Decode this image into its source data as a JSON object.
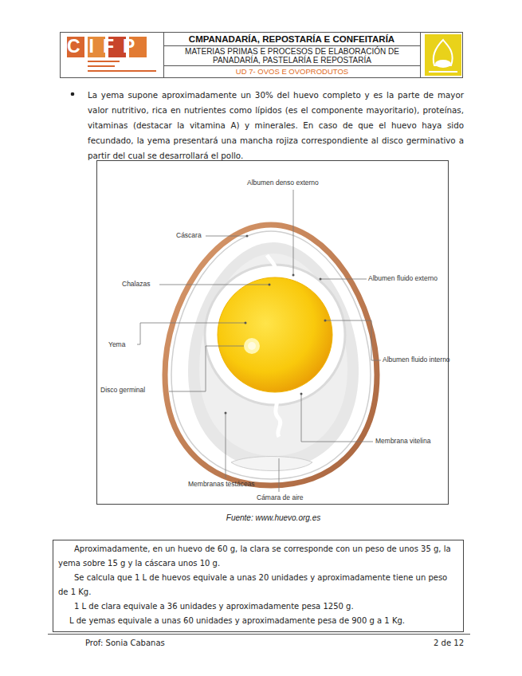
{
  "diagram": {
    "title": "CMPANADARÍA, REPOSTARÍA E CONFEITARÍA",
    "caption": "Fuente: www.huevo.org.es",
    "nodes": [
      {
        "text": [
          "MATERIAS PRIMAS E PROCESOS DE ELABORACIÓN DE PANADARÍA, PASTELARÍA E REPOSTARÍA"
        ]
      },
      {
        "text": [
          "UD 7- OVOS E OVOPRODUTOS"
        ]
      },
      {
        "text": [
          "Aproximadamente, en un huevo de 60 g, la clara se corresponde con un peso de unos 35 g, la yema sobre 15 g y la cáscara unos 10 g.",
          "Se calcula que 1 L de huevos equivale a unas 20 unidades y aproximadamente tiene un peso de 1 Kg.",
          "1 L de clara equivale a 36 unidades y aproximadamente pesa 1250 g.",
          "L de yemas equivale a unas 60 unidades y aproximadamente pesa de 900 g a 1 Kg."
        ]
      }
    ],
    "labels": [
      "CIFP",
      "La yema supone aproximadamente un 30% del huevo completo y es la parte de mayor valor nutritivo, rica en nutrientes como lípidos (es el componente mayoritario), proteínas, vitaminas (destacar la vitamina A) y minerales. En caso de que el huevo haya sido fecundado, la yema presentará una mancha rojiza correspondiente al disco germinativo a partir del cual se desarrollará el pollo.",
      "Albumen denso externo",
      "Cáscara",
      "Chalazas",
      "Albumen fluido externo",
      "Yema",
      "Disco germinal",
      "Albumen fluido interno",
      "Membrana vitelina",
      "Membranas testáceas",
      "Cámara de aire",
      "Prof: Sonia Cabanas",
      "2 de 12"
    ]
  }
}
